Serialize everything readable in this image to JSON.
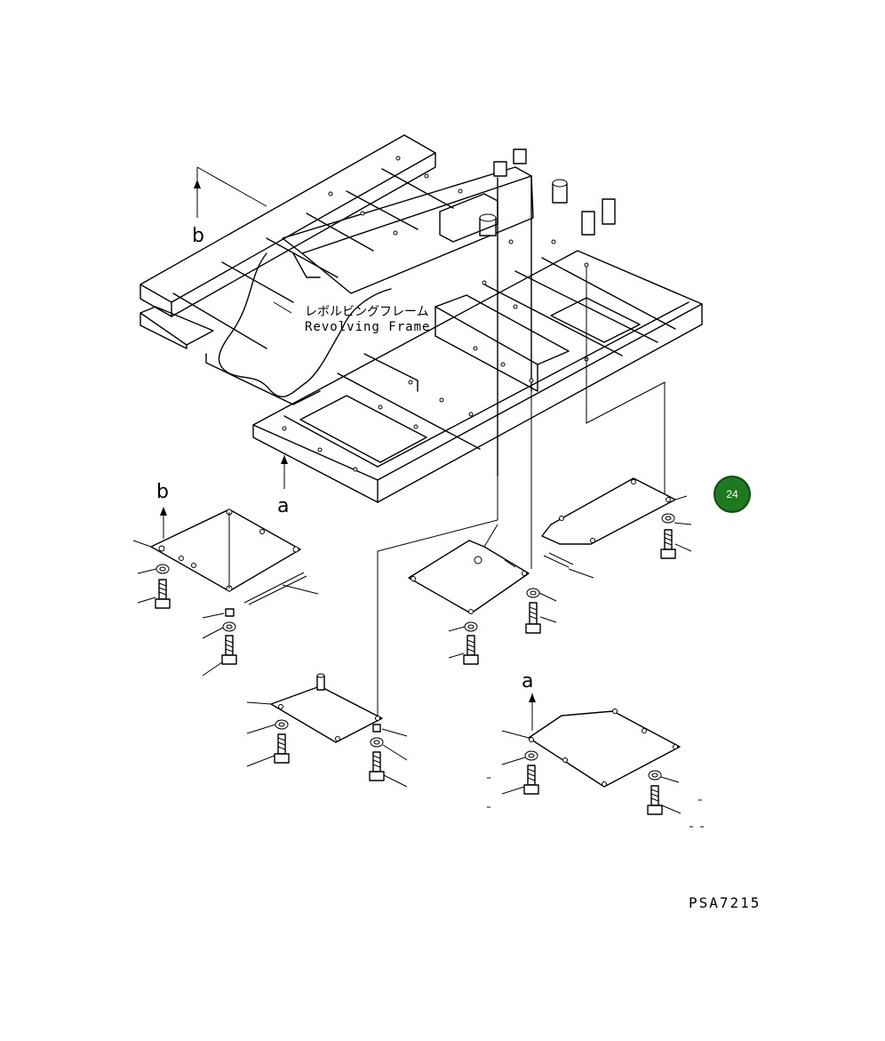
{
  "frame_label": {
    "jp": "レボルビングフレーム",
    "en": "Revolving Frame"
  },
  "view_labels": {
    "a": "a",
    "b": "b"
  },
  "drawing_code": "PSA7215",
  "badge": {
    "number": "24",
    "color": "#1f7a1f"
  }
}
